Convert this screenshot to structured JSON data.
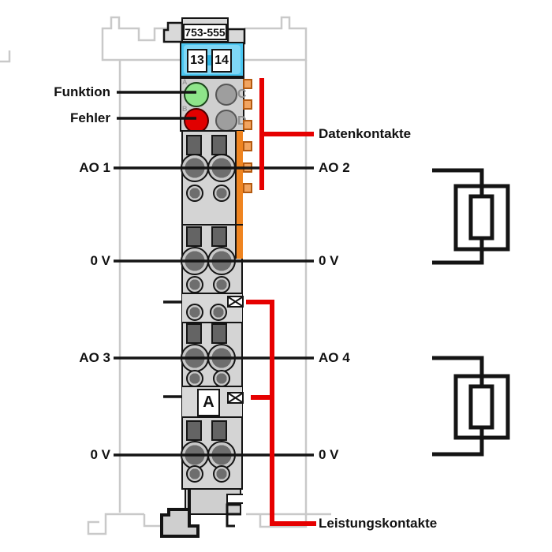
{
  "diagram": {
    "type": "device-wiring-diagram",
    "device": {
      "part_number": "753-555",
      "bus_connectors": [
        "13",
        "14"
      ],
      "marker": "A",
      "led_letters": {
        "green": "A",
        "red": "B",
        "grey_top": "C",
        "grey_bottom": "D"
      }
    },
    "labels": {
      "funktion": "Funktion",
      "fehler": "Fehler",
      "ao1": "AO 1",
      "ao2": "AO 2",
      "ao3": "AO 3",
      "ao4": "AO 4",
      "ov": "0 V",
      "datenkontakte": "Datenkontakte",
      "leistungskontakte": "Leistungskontakte"
    },
    "colors": {
      "accent_red": "#e60000",
      "connector_cyan": "#4ac7f2",
      "connector_cyan_light": "#7fd7f6",
      "contact_orange": "#ef8420",
      "contact_tab_orange": "#f2a45f",
      "led_green": "#8ee58a",
      "led_red": "#e10000",
      "led_grey": "#9e9e9e",
      "body_grey": "#d4d4d4",
      "outline_grey": "#c9c9c9"
    }
  }
}
